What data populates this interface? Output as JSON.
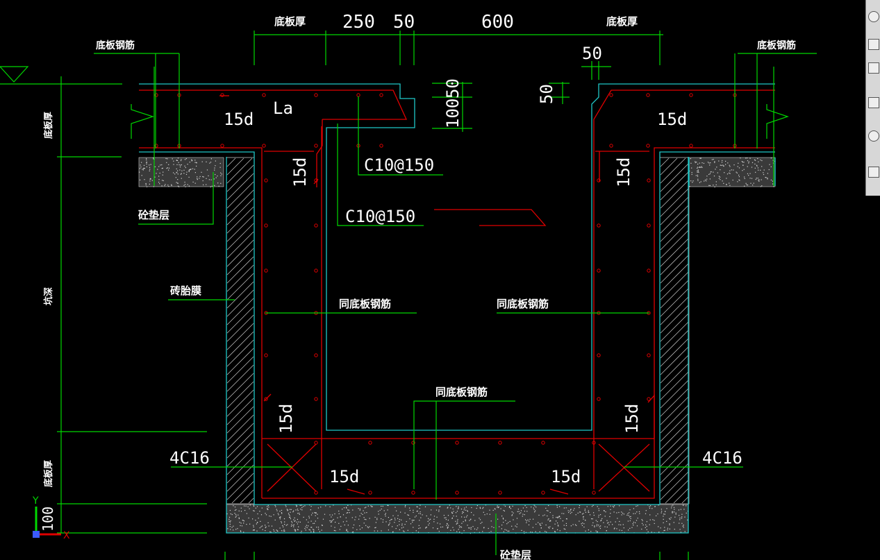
{
  "labels": {
    "slab_thickness_top_left": "底板厚",
    "slab_thickness_top_right": "底板厚",
    "slab_rebar_left": "底板钢筋",
    "slab_rebar_right": "底板钢筋",
    "dim_250": "250",
    "dim_50_top": "50",
    "dim_600": "600",
    "dim_50_right": "50",
    "dim_50_notch": "50",
    "dim_50_vert": "50",
    "dim_100_vert": "100",
    "left_vert_slab_thk": "底板厚",
    "left_vert_depth": "坑深",
    "left_vert_bottom_thk": "底板厚",
    "cushion_left": "砼垫层",
    "brick_membrane": "砖胎膜",
    "same_slab_rebar_1": "同底板钢筋",
    "same_slab_rebar_2": "同底板钢筋",
    "same_slab_rebar_3": "同底板钢筋",
    "cushion_bottom": "砼垫层",
    "rebar_c10_1": "C10@150",
    "rebar_c10_2": "C10@150",
    "la": "La",
    "hook_15d_tl": "15d",
    "hook_15d_tr": "15d",
    "hook_15d_wl": "15d",
    "hook_15d_wr": "15d",
    "hook_15d_bl": "15d",
    "hook_15d_br": "15d",
    "hook_15d_btm_l": "15d",
    "hook_15d_btm_r": "15d",
    "corner_bars_left": "4C16",
    "corner_bars_right": "4C16",
    "ucs_y": "Y",
    "ucs_x": "X",
    "ucs_100": "100"
  },
  "colors": {
    "background": "#000000",
    "dimension": "#00d800",
    "rebar": "#e00000",
    "concrete_outline": "#1fc8c8",
    "text": "#ffffff"
  },
  "toolbar": {
    "icons": [
      "zoom-icon",
      "3d-view-icon",
      "box-icon",
      "cube-icon",
      "orbit-icon",
      "properties-icon"
    ]
  }
}
